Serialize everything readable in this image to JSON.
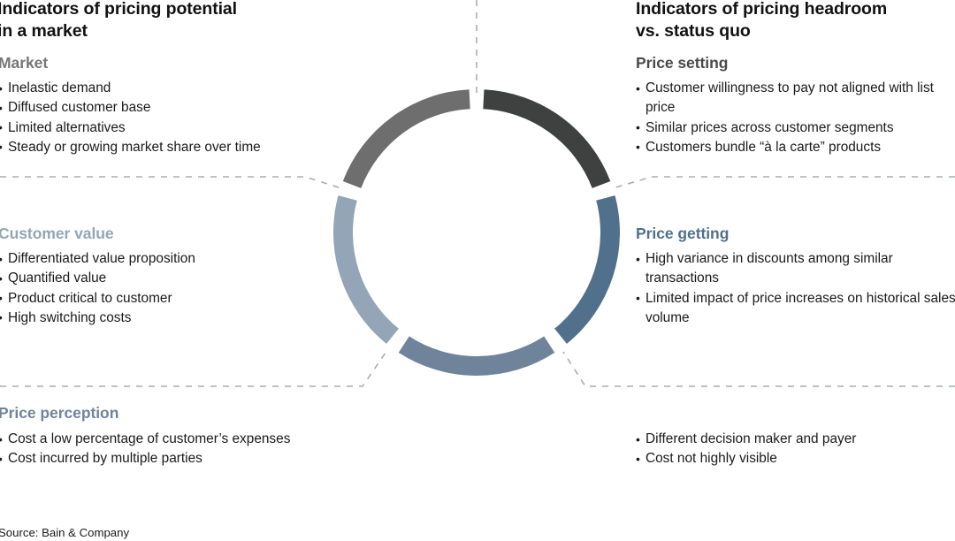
{
  "columns": {
    "left_title": "Indicators of pricing potential in a market",
    "left_title_line1": "Indicators of pricing potential",
    "left_title_line2": "in a market",
    "right_title_line1": "Indicators of pricing headroom",
    "right_title_line2": "vs. status quo"
  },
  "sections": {
    "market": {
      "heading": "Market",
      "color": "#767676",
      "bullets": [
        "Inelastic demand",
        "Diffused customer base",
        "Limited alternatives",
        "Steady or growing market share over time"
      ]
    },
    "price_setting": {
      "heading": "Price setting",
      "color": "#4a4a4a",
      "bullets": [
        "Customer willingness to pay not aligned with list price",
        "Similar prices across customer segments",
        "Customers bundle “à la carte” products"
      ]
    },
    "customer_value": {
      "heading": "Customer value",
      "color": "#93a5b7",
      "bullets": [
        "Differentiated value proposition",
        "Quantified value",
        "Product critical to customer",
        "High switching costs"
      ]
    },
    "price_getting": {
      "heading": "Price getting",
      "color": "#50708c",
      "bullets": [
        "High variance in discounts among similar transactions",
        "Limited impact of price increases on historical sales volume"
      ]
    },
    "price_perception": {
      "heading": "Price perception",
      "color": "#6f849b",
      "bullets": [
        "Cost a low percentage of customer’s expenses",
        "Cost incurred by multiple parties"
      ],
      "bullets_right": [
        "Different decision maker and payer",
        "Cost not highly visible"
      ]
    }
  },
  "source": "Source: Bain & Company",
  "chart_data": {
    "type": "pie",
    "title": "",
    "variant": "donut",
    "center": [
      539,
      263
    ],
    "outer_radius": 162,
    "ring_thickness": 22,
    "gap_degrees": 7,
    "legend": "none",
    "categories": [
      "Price setting",
      "Price getting",
      "Price perception",
      "Customer value",
      "Market"
    ],
    "values": [
      20,
      20,
      20,
      20,
      20
    ],
    "colors": [
      "#3f4040",
      "#50708c",
      "#6f849b",
      "#93a5b7",
      "#6e6e6e"
    ],
    "segments": [
      {
        "label": "Price setting",
        "color": "#3f4040",
        "start_deg": 3,
        "end_deg": 69
      },
      {
        "label": "Price getting",
        "color": "#50708c",
        "start_deg": 75,
        "end_deg": 141
      },
      {
        "label": "Price perception",
        "color": "#6f849b",
        "start_deg": 147,
        "end_deg": 213
      },
      {
        "label": "Customer value",
        "color": "#93a5b7",
        "start_deg": 219,
        "end_deg": 285
      },
      {
        "label": "Market",
        "color": "#6e6e6e",
        "start_deg": 291,
        "end_deg": 357
      }
    ],
    "dividers": {
      "color": "#a9adb2",
      "style": "dashed",
      "dash": "7 7",
      "width": 1.6
    }
  }
}
